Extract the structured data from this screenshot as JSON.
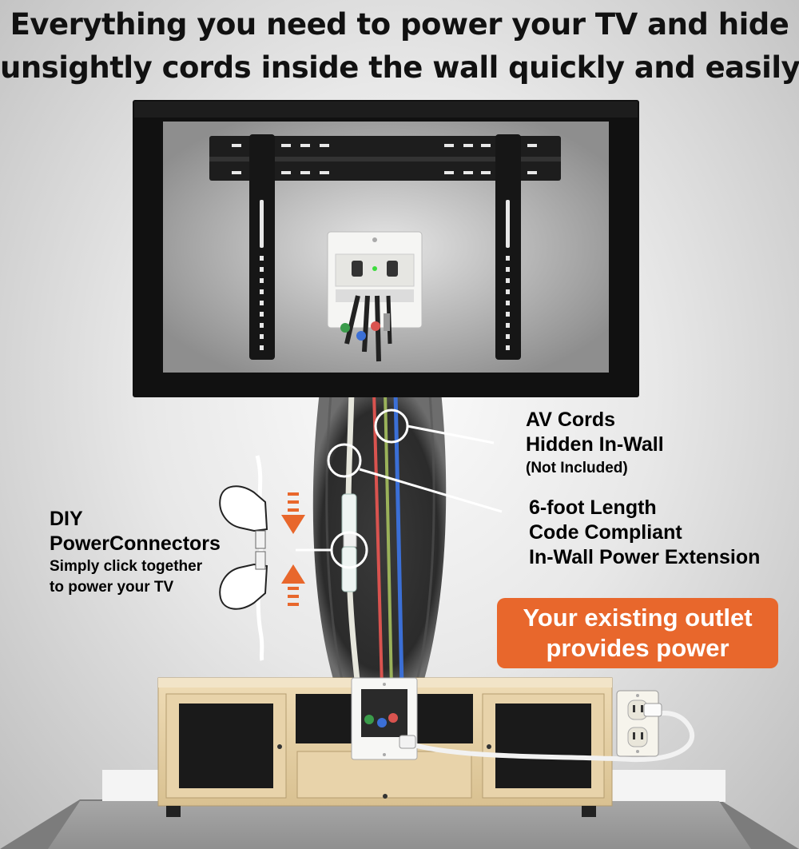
{
  "headline": {
    "line1": "Everything you need to power your TV and hide",
    "line2": "unsightly cords inside the wall quickly and easily"
  },
  "labels": {
    "av_cords": {
      "line1": "AV Cords",
      "line2": "Hidden In-Wall",
      "note": "(Not Included)"
    },
    "extension": {
      "line1": "6-foot Length",
      "line2": "Code Compliant",
      "line3": "In-Wall Power Extension"
    },
    "diy": {
      "line1": "DIY",
      "line2": "PowerConnectors",
      "line3": "Simply click together",
      "line4": "to power your TV"
    }
  },
  "callout": {
    "line1": "Your existing outlet",
    "line2": "provides power"
  },
  "colors": {
    "callout_bg": "#e8672c",
    "arrow": "#e8672c",
    "cord_red": "#d9534f",
    "cord_green": "#9ab25a",
    "cord_blue": "#3b6fd6",
    "cabinet": "#e4cfa4"
  },
  "icons": [
    "tv",
    "tv-mount-bracket",
    "recessed-power-outlet",
    "av-cables",
    "power-connector",
    "hand",
    "wall-outlet",
    "media-cabinet",
    "compression-arrows"
  ]
}
